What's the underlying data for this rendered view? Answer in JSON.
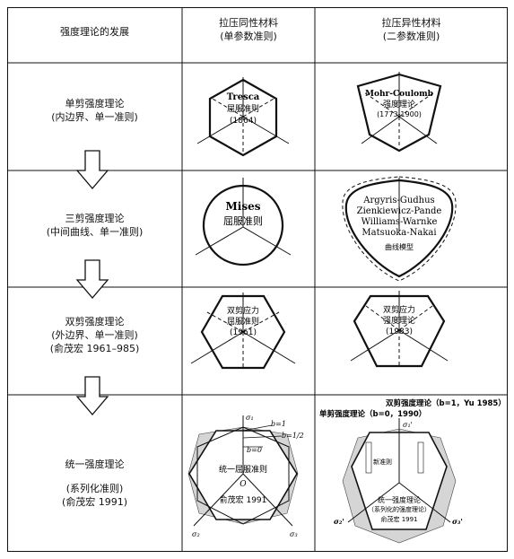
{
  "header": {
    "col1": "强度理论的发展",
    "col2_line1": "拉压同性材料",
    "col2_line2": "(单参数准则)",
    "col3_line1": "拉压异性材料",
    "col3_line2": "(二参数准则)"
  },
  "rows": [
    {
      "label_line1": "单剪强度理论",
      "label_line2": "(内边界、单一准则)"
    },
    {
      "label_line1": "三剪强度理论",
      "label_line2": "(中间曲线、单一准则)"
    },
    {
      "label_line1": "双剪强度理论",
      "label_line2": "(外边界、单一准则)",
      "label_line3": "(俞茂宏 1961–985)"
    },
    {
      "label_line1": "统一强度理论",
      "label_line2": "(系列化准则)",
      "label_line3": "(俞茂宏 1991)"
    }
  ],
  "cells": {
    "tresca": {
      "name": "Tresca",
      "sub": "屈服准则",
      "year": "(1864)"
    },
    "mohr": {
      "name": "Mohr-Coulomb",
      "sub": "强度理论",
      "year": "(1773-1900)"
    },
    "mises": {
      "name": "Mises",
      "sub": "屈服准则"
    },
    "curve": {
      "n1": "Argyris-Gudhus",
      "n2": "Zienkiewicz-Pande",
      "n3": "Williams-Warnke",
      "n4": "Matsuoka-Nakai",
      "sub": "曲线模型"
    },
    "twin_iso": {
      "l1": "双剪应力",
      "l2": "屈服准则",
      "year": "(1961)"
    },
    "twin_aniso": {
      "l1": "双剪应力",
      "l2": "强度理论",
      "year": "(1983)"
    },
    "unified_iso": {
      "sigma1": "σ₁",
      "sigma2": "σ₂",
      "sigma3": "σ₃",
      "b1": "b=1",
      "bhalf": "b=1/2",
      "b0": "b=0",
      "title": "统一屈服准则",
      "origin": "O",
      "author": "俞茂宏 1991"
    },
    "unified_aniso": {
      "top1": "双剪强度理论（b=1，Yu 1985）",
      "top2": "单剪强度理论（b=0，1990）",
      "sigma1": "σ₁'",
      "sigma2": "σ₂'",
      "sigma3": "σ₃'",
      "title": "统一强度理论",
      "sub": "（系列化的强度理论）",
      "author": "俞茂宏 1991",
      "tag": "新准则"
    }
  },
  "colors": {
    "line": "#111111",
    "hatch": "#555555"
  }
}
